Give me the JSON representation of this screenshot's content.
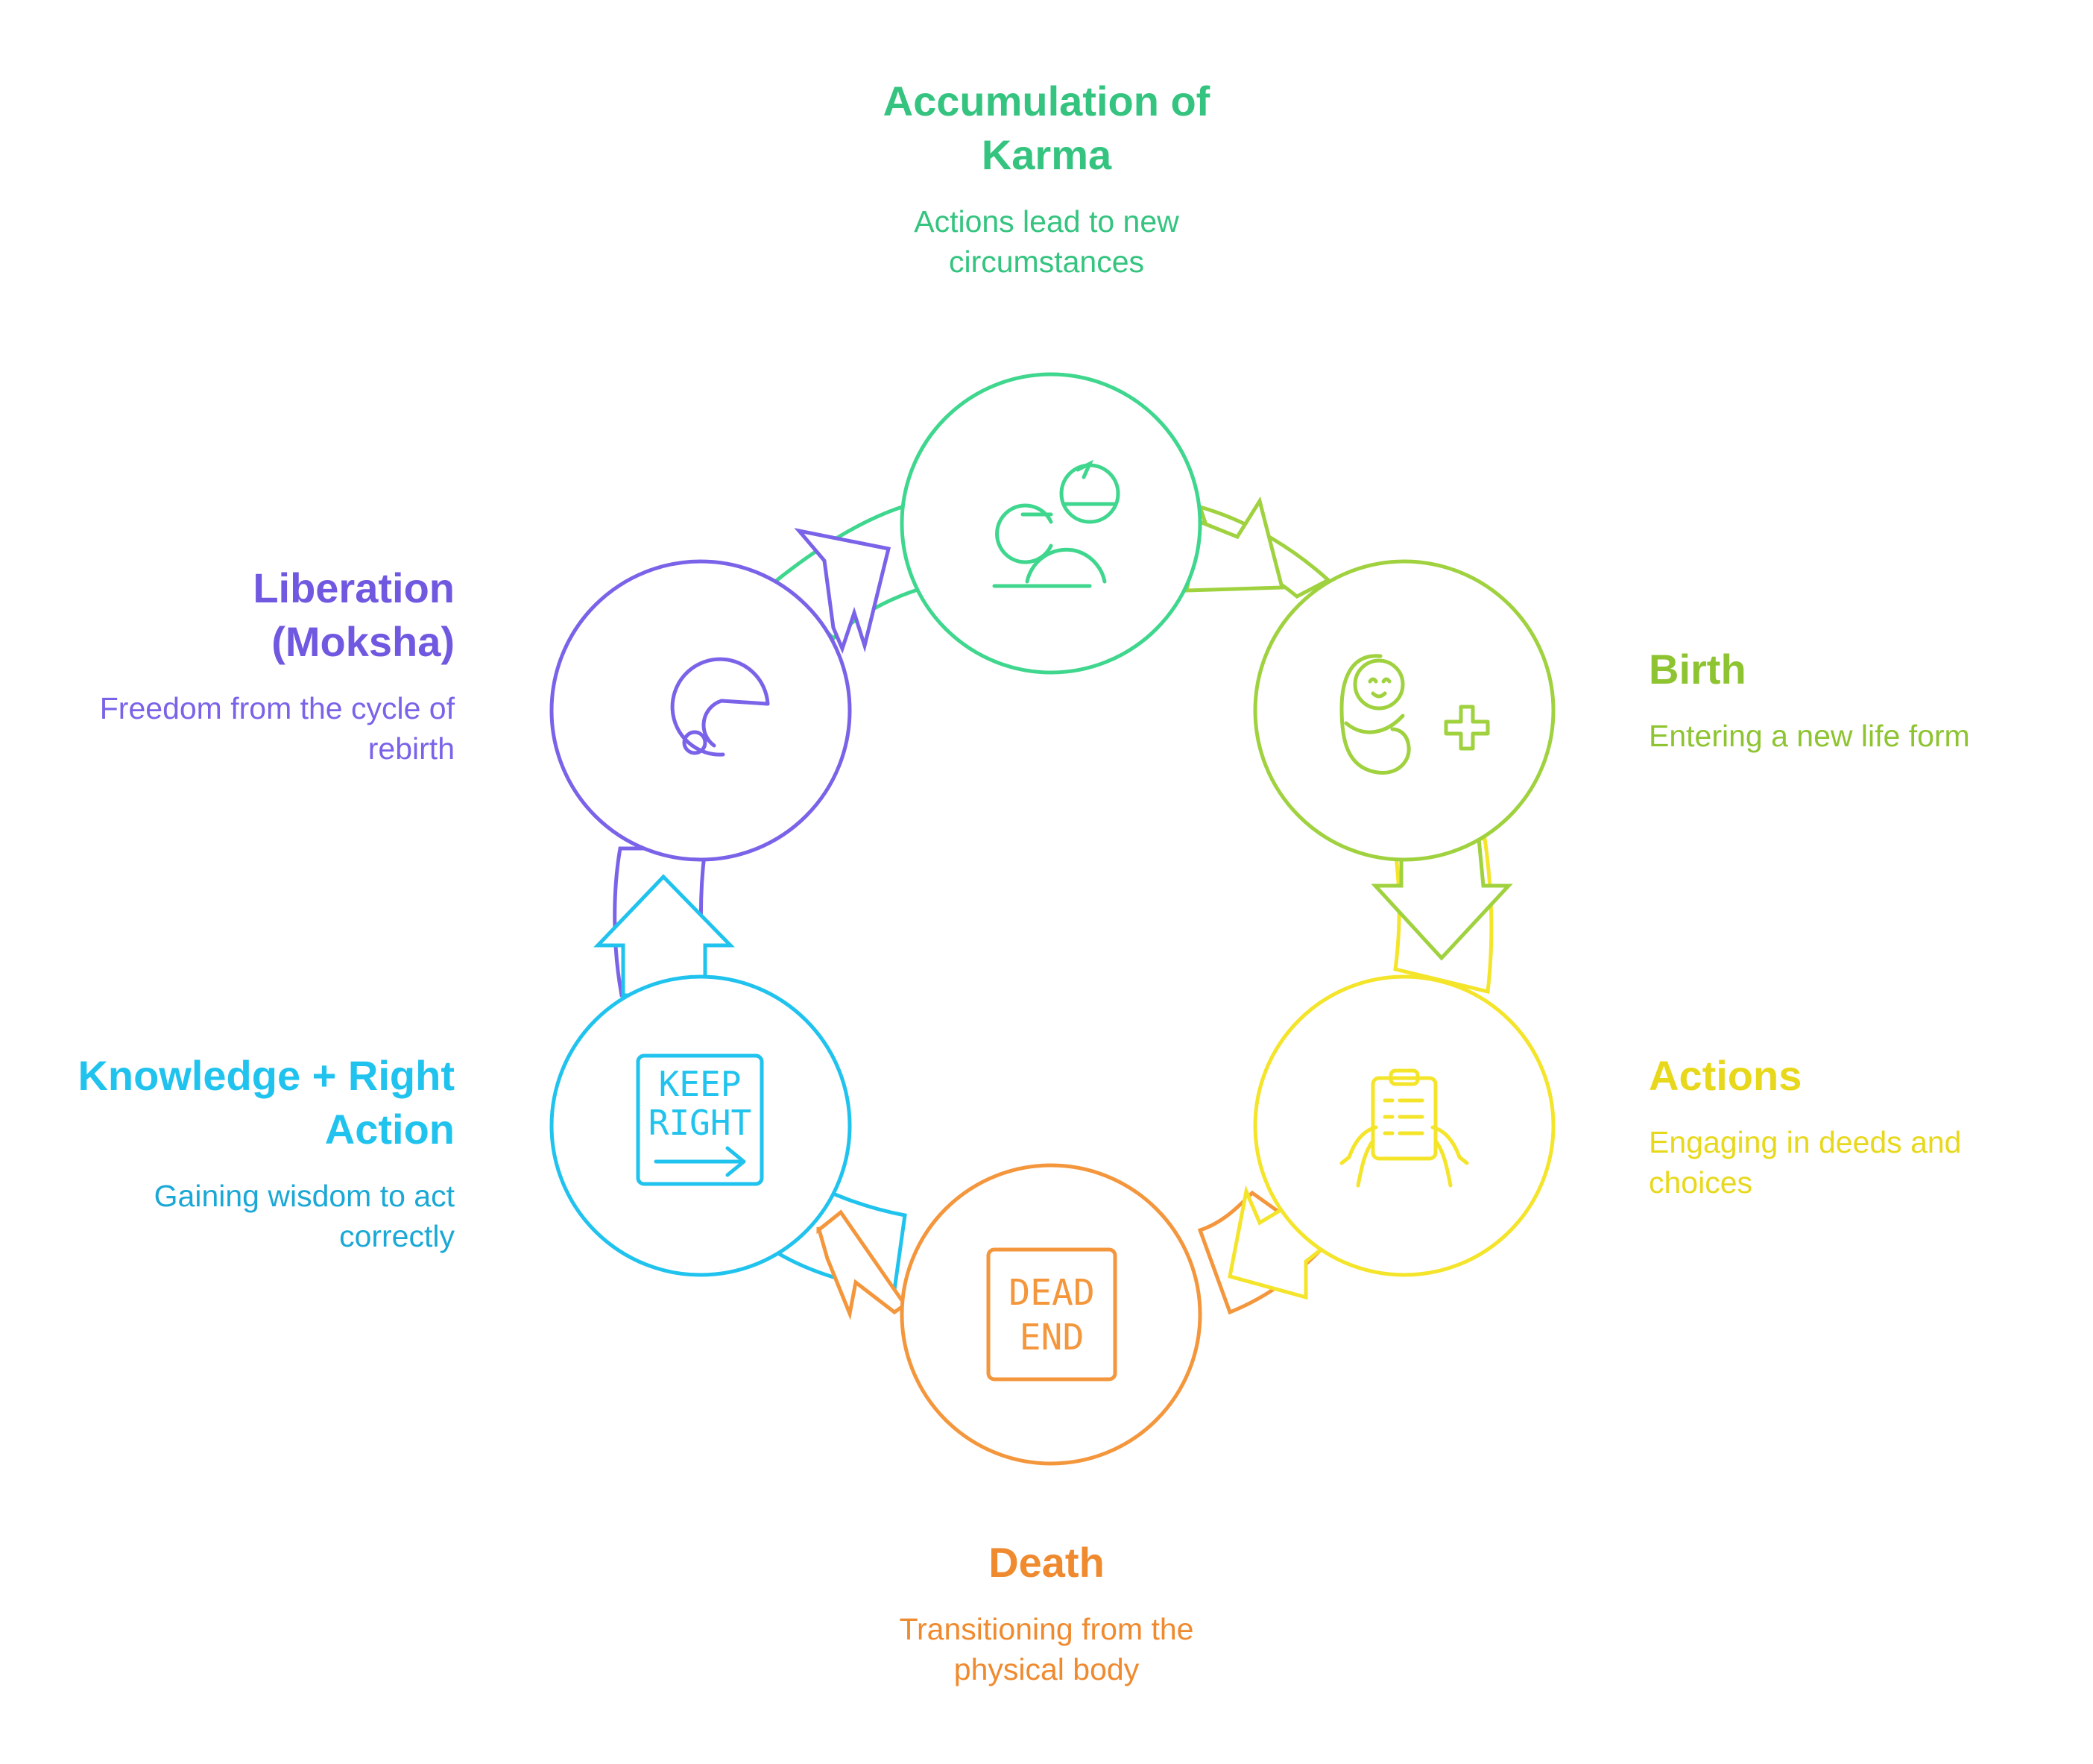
{
  "colors": {
    "karma": "#3fd68e",
    "karma_text": "#34c47f",
    "birth": "#9fd23e",
    "birth_text": "#8ec431",
    "actions": "#f4e42a",
    "actions_text": "#e8d81c",
    "death": "#f4963c",
    "death_text": "#ef8a2f",
    "knowledge": "#20c3ee",
    "knowledge_text": "#1aa8d6",
    "liberation": "#7a63e8",
    "liberation_text": "#7058e0"
  },
  "stages": [
    {
      "id": "karma",
      "icon": "people-cycle-icon",
      "title": "Accumulation of Karma",
      "description": "Actions lead to new circumstances"
    },
    {
      "id": "birth",
      "icon": "newborn-plus-icon",
      "title": "Birth",
      "description": "Entering a new life form"
    },
    {
      "id": "actions",
      "icon": "clipboard-hands-icon",
      "title": "Actions",
      "description": "Engaging in deeds and choices"
    },
    {
      "id": "death",
      "icon": "dead-end-sign-icon",
      "title": "Death",
      "description": "Transitioning from the physical body"
    },
    {
      "id": "knowledge",
      "icon": "keep-right-sign-icon",
      "title": "Knowledge + Right Action",
      "description": "Gaining wisdom to act correctly"
    },
    {
      "id": "liberation",
      "icon": "spiral-icon",
      "title": "Liberation (Moksha)",
      "description": "Freedom from the cycle of rebirth"
    }
  ],
  "signs": {
    "dead_end_line1": "DEAD",
    "dead_end_line2": "END",
    "keep_right_line1": "KEEP",
    "keep_right_line2": "RIGHT"
  }
}
